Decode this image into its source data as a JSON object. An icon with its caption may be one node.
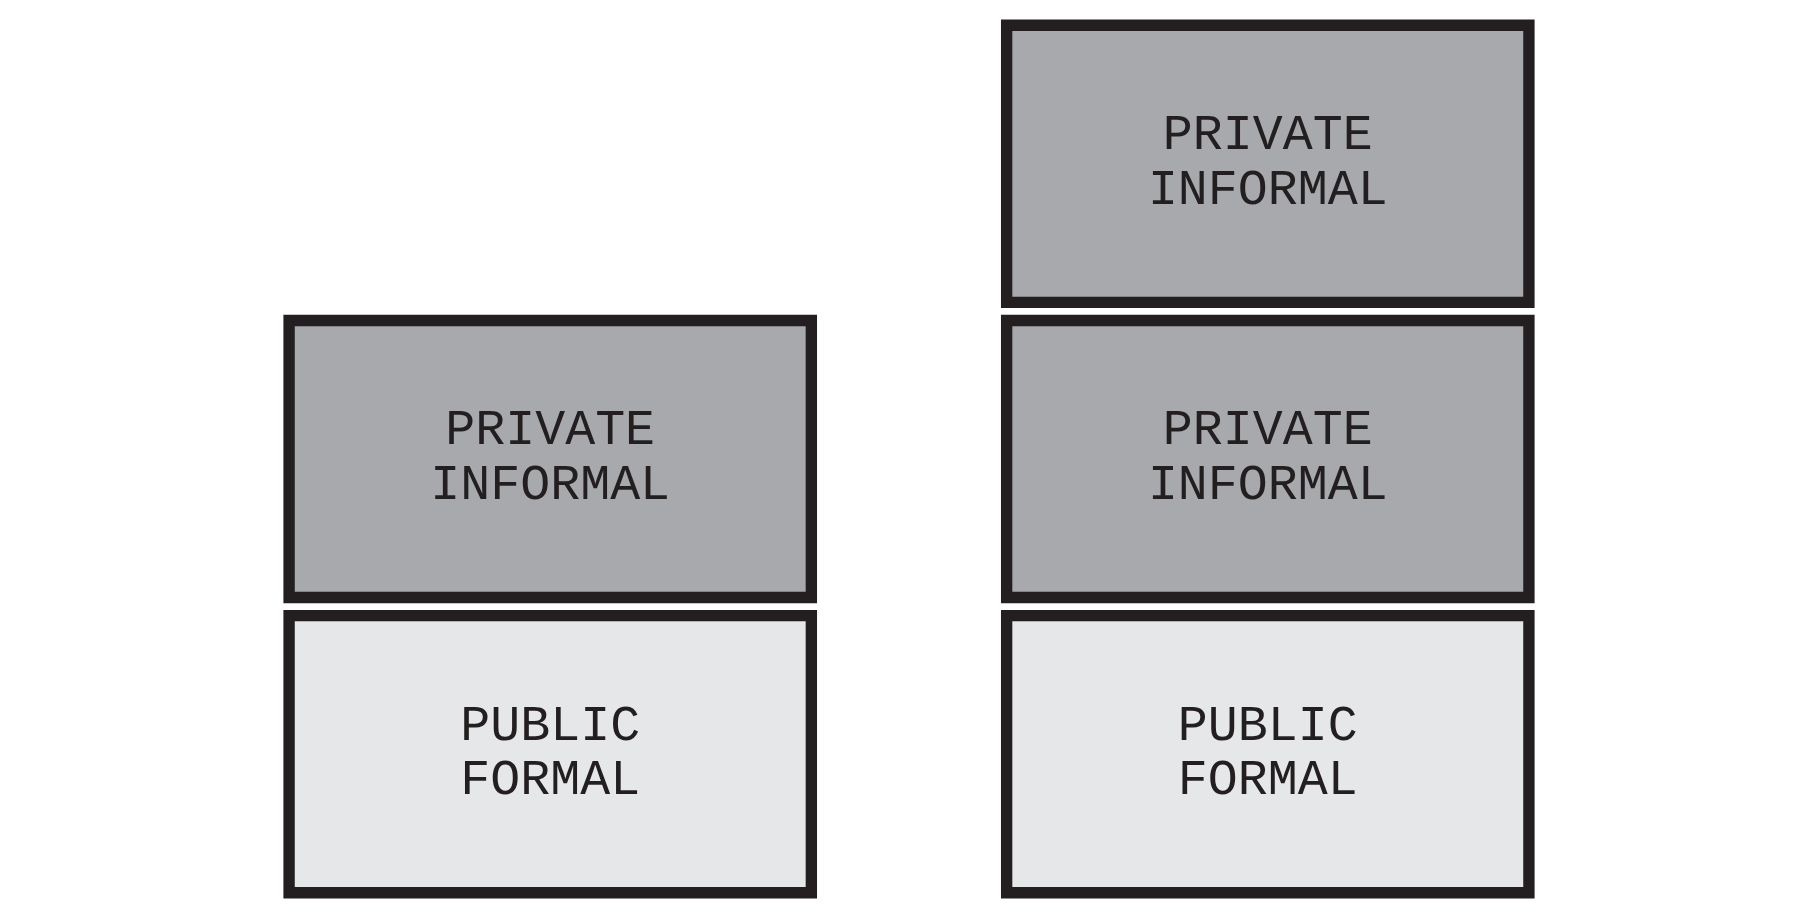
{
  "diagram": {
    "nodes": [
      {
        "text": [
          "PRIVATE INFORMAL"
        ]
      },
      {
        "text": [
          "PUBLIC FORMAL"
        ]
      },
      {
        "text": [
          "PRIVATE INFORMAL"
        ]
      },
      {
        "text": [
          "PRIVATE INFORMAL"
        ]
      },
      {
        "text": [
          "PUBLIC FORMAL"
        ]
      }
    ]
  }
}
